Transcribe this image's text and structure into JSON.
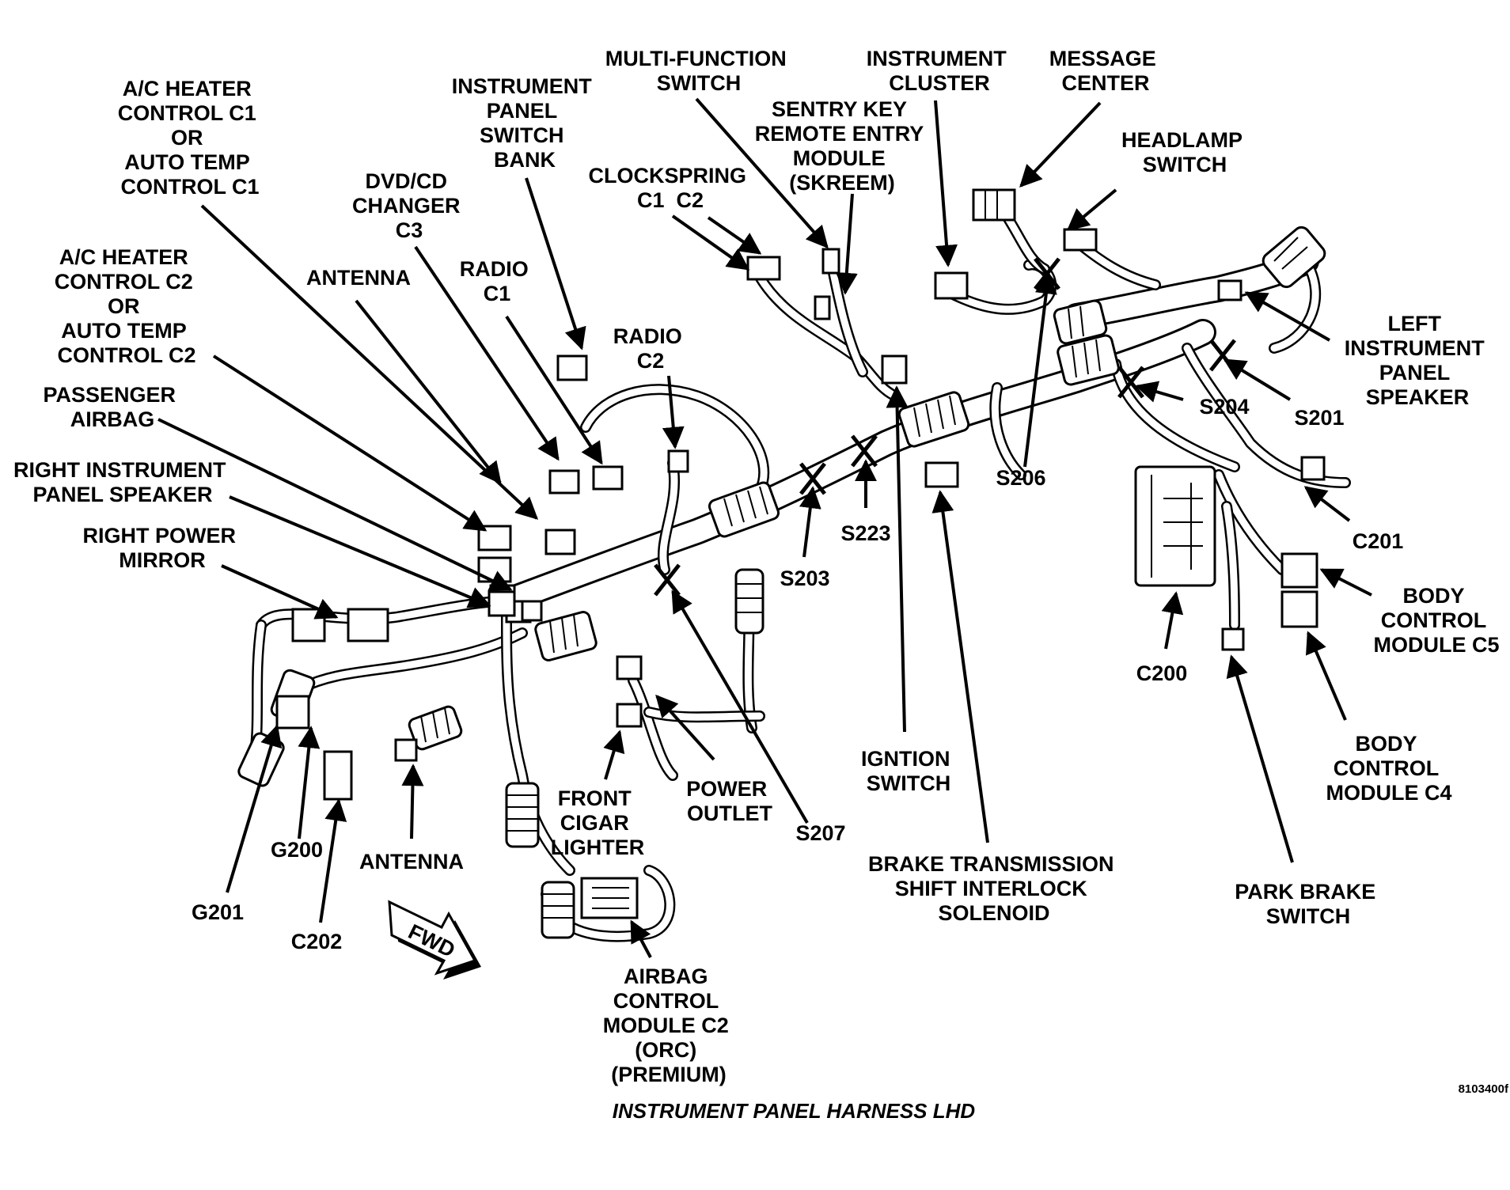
{
  "diagram": {
    "caption": "INSTRUMENT PANEL HARNESS LHD",
    "figure_code": "8103400f",
    "direction_marker": "FWD",
    "labels": [
      {
        "id": "ac-c1",
        "lines": [
          "A/C HEATER",
          "CONTROL C1",
          "OR",
          "AUTO TEMP",
          "CONTROL C1"
        ]
      },
      {
        "id": "ac-c2",
        "lines": [
          "A/C HEATER",
          "CONTROL C2",
          "OR",
          "AUTO TEMP",
          "CONTROL C2"
        ]
      },
      {
        "id": "passenger-airbag",
        "lines": [
          "PASSENGER",
          "AIRBAG"
        ]
      },
      {
        "id": "right-ip-speaker",
        "lines": [
          "RIGHT INSTRUMENT",
          "PANEL SPEAKER"
        ]
      },
      {
        "id": "right-power-mirror",
        "lines": [
          "RIGHT POWER",
          "MIRROR"
        ]
      },
      {
        "id": "antenna-top",
        "lines": [
          "ANTENNA"
        ]
      },
      {
        "id": "dvd-cd",
        "lines": [
          "DVD/CD",
          "CHANGER",
          "C3"
        ]
      },
      {
        "id": "radio-c1",
        "lines": [
          "RADIO",
          "C1"
        ]
      },
      {
        "id": "ip-switch-bank",
        "lines": [
          "INSTRUMENT",
          "PANEL",
          "SWITCH",
          "BANK"
        ]
      },
      {
        "id": "multi-function",
        "lines": [
          "MULTI-FUNCTION",
          "SWITCH"
        ]
      },
      {
        "id": "clockspring",
        "lines": [
          "CLOCKSPRING",
          "C1  C2"
        ]
      },
      {
        "id": "radio-c2",
        "lines": [
          "RADIO",
          "C2"
        ]
      },
      {
        "id": "skreem",
        "lines": [
          "SENTRY KEY",
          "REMOTE ENTRY",
          "MODULE",
          "(SKREEM)"
        ]
      },
      {
        "id": "instrument-cluster",
        "lines": [
          "INSTRUMENT",
          "CLUSTER"
        ]
      },
      {
        "id": "message-center",
        "lines": [
          "MESSAGE",
          "CENTER"
        ]
      },
      {
        "id": "headlamp-switch",
        "lines": [
          "HEADLAMP",
          "SWITCH"
        ]
      },
      {
        "id": "left-ip-speaker",
        "lines": [
          "LEFT",
          "INSTRUMENT",
          "PANEL",
          "SPEAKER"
        ]
      },
      {
        "id": "s204",
        "lines": [
          "S204"
        ]
      },
      {
        "id": "s201",
        "lines": [
          "S201"
        ]
      },
      {
        "id": "s206",
        "lines": [
          "S206"
        ]
      },
      {
        "id": "s223",
        "lines": [
          "S223"
        ]
      },
      {
        "id": "s203",
        "lines": [
          "S203"
        ]
      },
      {
        "id": "s207",
        "lines": [
          "S207"
        ]
      },
      {
        "id": "c201",
        "lines": [
          "C201"
        ]
      },
      {
        "id": "bcm-c5",
        "lines": [
          "BODY",
          "CONTROL",
          "MODULE C5"
        ]
      },
      {
        "id": "c200",
        "lines": [
          "C200"
        ]
      },
      {
        "id": "bcm-c4",
        "lines": [
          "BODY",
          "CONTROL",
          "MODULE C4"
        ]
      },
      {
        "id": "park-brake",
        "lines": [
          "PARK BRAKE",
          "SWITCH"
        ]
      },
      {
        "id": "btsi",
        "lines": [
          "BRAKE TRANSMISSION",
          "SHIFT INTERLOCK",
          "SOLENOID"
        ]
      },
      {
        "id": "ignition",
        "lines": [
          "IGNTION",
          "SWITCH"
        ]
      },
      {
        "id": "power-outlet",
        "lines": [
          "POWER",
          "OUTLET"
        ]
      },
      {
        "id": "cigar-lighter",
        "lines": [
          "FRONT",
          "CIGAR",
          "LIGHTER"
        ]
      },
      {
        "id": "acm-c2",
        "lines": [
          "AIRBAG",
          "CONTROL",
          "MODULE C2",
          "(ORC)",
          "(PREMIUM)"
        ]
      },
      {
        "id": "antenna-bottom",
        "lines": [
          "ANTENNA"
        ]
      },
      {
        "id": "g200",
        "lines": [
          "G200"
        ]
      },
      {
        "id": "g201",
        "lines": [
          "G201"
        ]
      },
      {
        "id": "c202",
        "lines": [
          "C202"
        ]
      }
    ]
  }
}
